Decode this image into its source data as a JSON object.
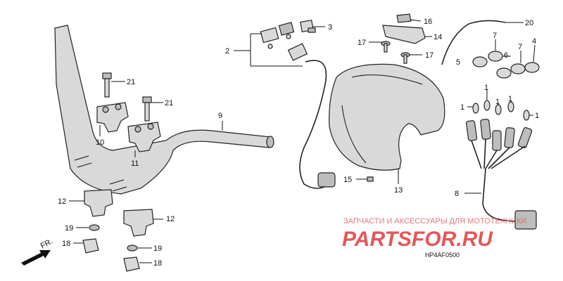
{
  "diagram": {
    "callouts": [
      "1",
      "2",
      "3",
      "4",
      "5",
      "6",
      "7",
      "8",
      "9",
      "10",
      "11",
      "12",
      "13",
      "14",
      "15",
      "16",
      "17",
      "18",
      "19",
      "20",
      "21"
    ],
    "code": "HP4AF0500",
    "front_label": "FR."
  },
  "watermark": {
    "text_ru": "ЗАПЧАСТИ И АКСЕССУАРЫ ДЛЯ МОТОТЕХНИКИ",
    "brand": "PARTSFOR.RU"
  },
  "colors": {
    "part_fill": "#d9d9d9",
    "part_dark": "#bdbdbd",
    "watermark": "#e03a3a"
  }
}
